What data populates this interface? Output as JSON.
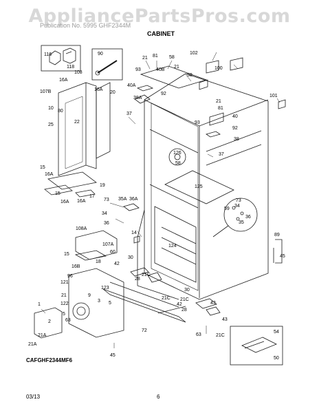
{
  "watermark": "AppliancePartsPros.com",
  "header": {
    "subtitle": "Publication No. 5995  GHF2344M",
    "title": "CABINET"
  },
  "model_code": "CAFGHF2344MF6",
  "footer": {
    "date": "03/13",
    "page": "6"
  },
  "part_labels": [
    "116",
    "118",
    "90",
    "102",
    "100",
    "101",
    "108",
    "107B",
    "16A",
    "16A",
    "10",
    "80",
    "25",
    "20",
    "21",
    "81",
    "58",
    "93",
    "40B",
    "21",
    "58",
    "40A",
    "38A",
    "92",
    "37",
    "21",
    "81",
    "93",
    "40",
    "92",
    "38",
    "37",
    "126",
    "58",
    "125",
    "15",
    "16A",
    "19",
    "15",
    "16A",
    "17",
    "16A",
    "73",
    "35A",
    "36A",
    "34",
    "36",
    "108A",
    "14",
    "59",
    "73",
    "34",
    "36",
    "35",
    "89",
    "45",
    "124",
    "15",
    "16B",
    "107A",
    "30",
    "42",
    "28",
    "21C",
    "21C",
    "96",
    "121",
    "123",
    "3",
    "21",
    "122",
    "5",
    "63",
    "72",
    "42",
    "30",
    "43",
    "21C",
    "28",
    "63",
    "21C",
    "43",
    "21A",
    "21A",
    "45",
    "54",
    "50",
    "1",
    "2",
    "9",
    "5",
    "60",
    "18",
    "22"
  ]
}
